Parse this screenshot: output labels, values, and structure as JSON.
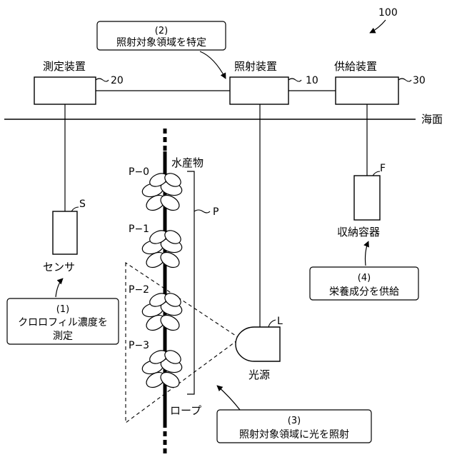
{
  "figure_number": "100",
  "labels": {
    "measuring_device": "測定装置",
    "irradiation_device": "照射装置",
    "supply_device": "供給装置",
    "sea_surface": "海面",
    "aquatic_product": "水産物",
    "rope": "ロープ",
    "sensor": "センサ",
    "light_source": "光源",
    "storage_container": "収納容器"
  },
  "refs": {
    "measuring_device": "20",
    "irradiation_device": "10",
    "supply_device": "30",
    "sensor": "S",
    "light_source": "L",
    "container": "F",
    "product_group": "P",
    "p0": "P−0",
    "p1": "P−1",
    "p2": "P−2",
    "p3": "P−3"
  },
  "steps": [
    {
      "num": "(1)",
      "lines": [
        "クロロフィル濃度を",
        "測定"
      ]
    },
    {
      "num": "(2)",
      "lines": [
        "照射対象領域を特定"
      ]
    },
    {
      "num": "(3)",
      "lines": [
        "照射対象領域に光を照射"
      ]
    },
    {
      "num": "(4)",
      "lines": [
        "栄養成分を供給"
      ]
    }
  ]
}
